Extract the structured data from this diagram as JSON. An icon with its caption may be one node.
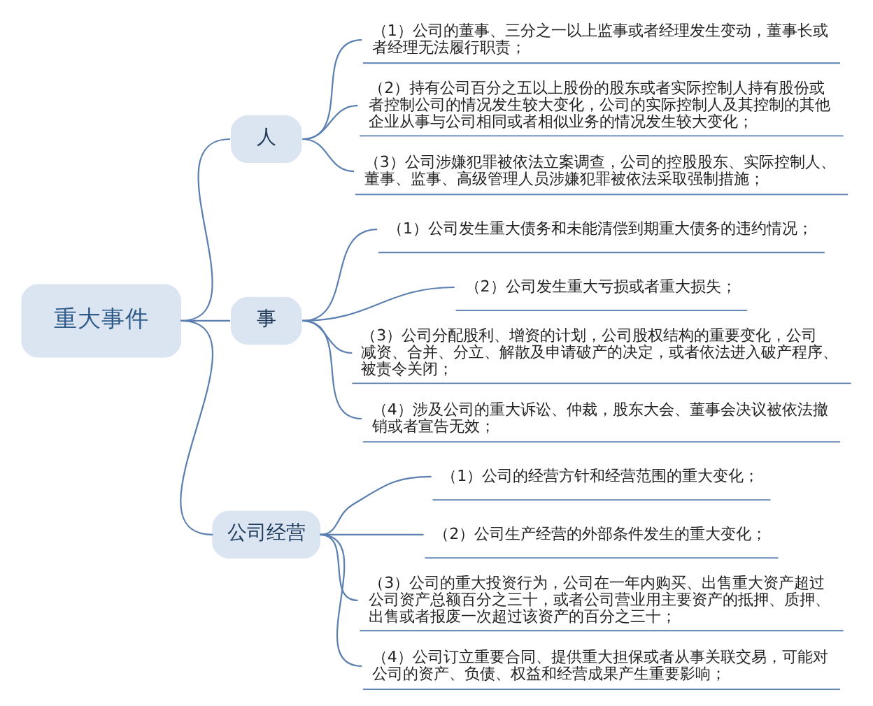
{
  "diagram": {
    "nodes": [
      {
        "text": [
          "重大事件"
        ]
      },
      {
        "text": [
          "人"
        ]
      },
      {
        "text": [
          "（1）公司的董事、三分之一以上监事或者经理发生变动，董事长或者经理无法履行职责；"
        ]
      },
      {
        "text": [
          "（2）持有公司百分之五以上股份的股东或者实际控制人持有股份或者控制公司的情况发生较大变化，公司的实际控制人及其控制的其他企业从事与公司相同或者相似业务的情况发生较大变化；"
        ]
      },
      {
        "text": [
          "（3）公司涉嫌犯罪被依法立案调查，公司的控股股东、实际控制人、董事、监事、高级管理人员涉嫌犯罪被依法采取强制措施；"
        ]
      },
      {
        "text": [
          "事"
        ]
      },
      {
        "text": [
          "（1）公司发生重大债务和未能清偿到期重大债务的违约情况；"
        ]
      },
      {
        "text": [
          "（2）公司发生重大亏损或者重大损失；"
        ]
      },
      {
        "text": [
          "（3）公司分配股利、增资的计划，公司股权结构的重要变化，公司减资、合并、分立、解散及申请破产的决定，或者依法进入破产程序、被责令关闭；"
        ]
      },
      {
        "text": [
          "（4）涉及公司的重大诉讼、仲裁，股东大会、董事会决议被依法撤销或者宣告无效；"
        ]
      },
      {
        "text": [
          "公司经营"
        ]
      },
      {
        "text": [
          "（1）公司的经营方针和经营范围的重大变化；"
        ]
      },
      {
        "text": [
          "（2）公司生产经营的外部条件发生的重大变化；"
        ]
      },
      {
        "text": [
          "（3）公司的重大投资行为，公司在一年内购买、出售重大资产超过公司资产总额百分之三十，或者公司营业用主要资产的抵押、质押、出售或者报废一次超过该资产的百分之三十；"
        ]
      },
      {
        "text": [
          "（4）公司订立重要合同、提供重大担保或者从事关联交易，可能对公司的资产、负债、权益和经营成果产生重要影响；"
        ]
      }
    ],
    "edges": [
      {
        "from": 0,
        "to": 1,
        "arrow": "none"
      },
      {
        "from": 0,
        "to": 5,
        "arrow": "none"
      },
      {
        "from": 0,
        "to": 10,
        "arrow": "none"
      },
      {
        "from": 1,
        "to": 2,
        "arrow": "none"
      },
      {
        "from": 1,
        "to": 3,
        "arrow": "none"
      },
      {
        "from": 1,
        "to": 4,
        "arrow": "none"
      },
      {
        "from": 5,
        "to": 6,
        "arrow": "none"
      },
      {
        "from": 5,
        "to": 7,
        "arrow": "none"
      },
      {
        "from": 5,
        "to": 8,
        "arrow": "none"
      },
      {
        "from": 5,
        "to": 9,
        "arrow": "none"
      },
      {
        "from": 10,
        "to": 11,
        "arrow": "none"
      },
      {
        "from": 10,
        "to": 12,
        "arrow": "none"
      },
      {
        "from": 10,
        "to": 13,
        "arrow": "none"
      },
      {
        "from": 10,
        "to": 14,
        "arrow": "none"
      }
    ]
  }
}
